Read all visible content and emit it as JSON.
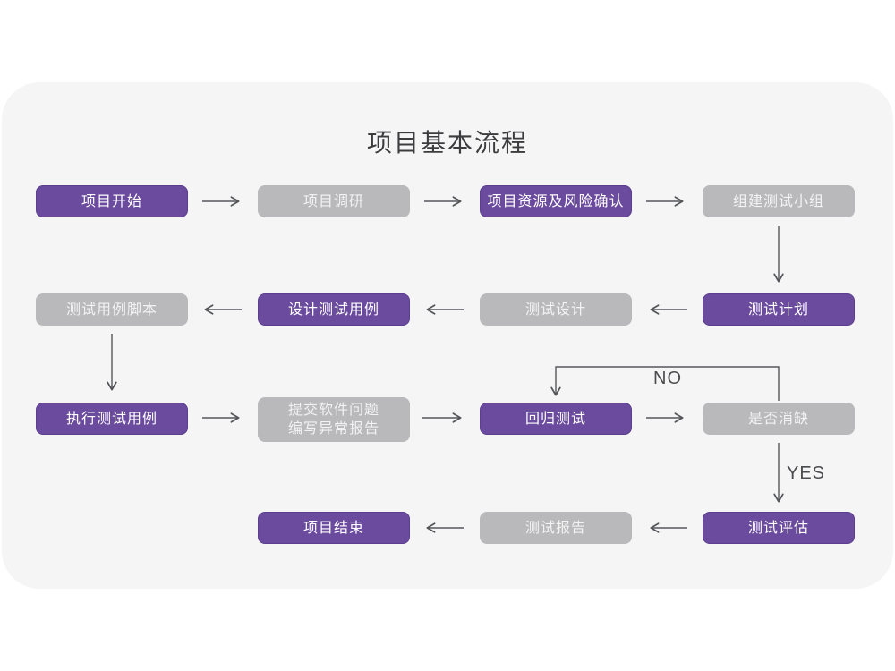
{
  "title": "项目基本流程",
  "colors": {
    "purple": "#6b4b9d",
    "purple_border": "#5b3e8e",
    "gray": "#b9b8ba",
    "arrow": "#55565a",
    "card_bg": "#f6f5f6",
    "label": "#4b4c4e",
    "title": "#3c3c3e"
  },
  "nodes": {
    "project_start": {
      "label": "项目开始",
      "type": "purple"
    },
    "project_research": {
      "label": "项目调研",
      "type": "gray"
    },
    "resource_risk_confirm": {
      "label": "项目资源及风险确认",
      "type": "purple"
    },
    "build_test_team": {
      "label": "组建测试小组",
      "type": "gray"
    },
    "test_plan": {
      "label": "测试计划",
      "type": "purple"
    },
    "test_design": {
      "label": "测试设计",
      "type": "gray"
    },
    "design_test_cases": {
      "label": "设计测试用例",
      "type": "purple"
    },
    "test_case_script": {
      "label": "测试用例脚本",
      "type": "gray"
    },
    "execute_test_cases": {
      "label": "执行测试用例",
      "type": "purple"
    },
    "submit_issue_report": {
      "label": "提交软件问题\n编写异常报告",
      "type": "gray"
    },
    "regression_test": {
      "label": "回归测试",
      "type": "purple"
    },
    "defect_resolved": {
      "label": "是否消缺",
      "type": "gray"
    },
    "test_evaluation": {
      "label": "测试评估",
      "type": "purple"
    },
    "test_report": {
      "label": "测试报告",
      "type": "gray"
    },
    "project_end": {
      "label": "项目结束",
      "type": "purple"
    }
  },
  "edge_labels": {
    "no": "NO",
    "yes": "YES"
  }
}
